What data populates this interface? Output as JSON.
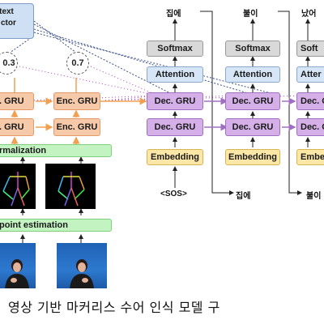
{
  "context_vector": {
    "line1": "ntext",
    "line2": "ctor"
  },
  "attention_weights": [
    "0.3",
    "0.7"
  ],
  "encoder": {
    "gru_label": "Enc. GRU",
    "cut_gru_label": ". GRU"
  },
  "stages": {
    "normalization": "rmalization",
    "keypoint_estimation": "point estimation"
  },
  "decoder": {
    "gru_label": "Dec. GRU",
    "attention_label": "Attention",
    "softmax_label": "Softmax",
    "embedding_label": "Embedding",
    "cut_softmax_label": "Soft",
    "cut_attention_label": "Atter",
    "cut_embedding_label": "Embe"
  },
  "tokens": {
    "start": "<SOS>",
    "output_1": "집에",
    "output_2": "불이",
    "output_3": "났어",
    "feed_1": "집에",
    "feed_2": "불이"
  },
  "caption": "영상 기반 마커리스 수어 인식 모델 구",
  "colors": {
    "encoder": "#f6c9a9",
    "decoder": "#d5b0e8",
    "attention": "#d6e6f6",
    "softmax": "#d9d9d9",
    "embedding": "#fde7a6",
    "normalization": "#c4f3c2",
    "context": "#cfe0f4",
    "orange_arrow": "#f0a050",
    "purple_arrow": "#a070c0"
  }
}
